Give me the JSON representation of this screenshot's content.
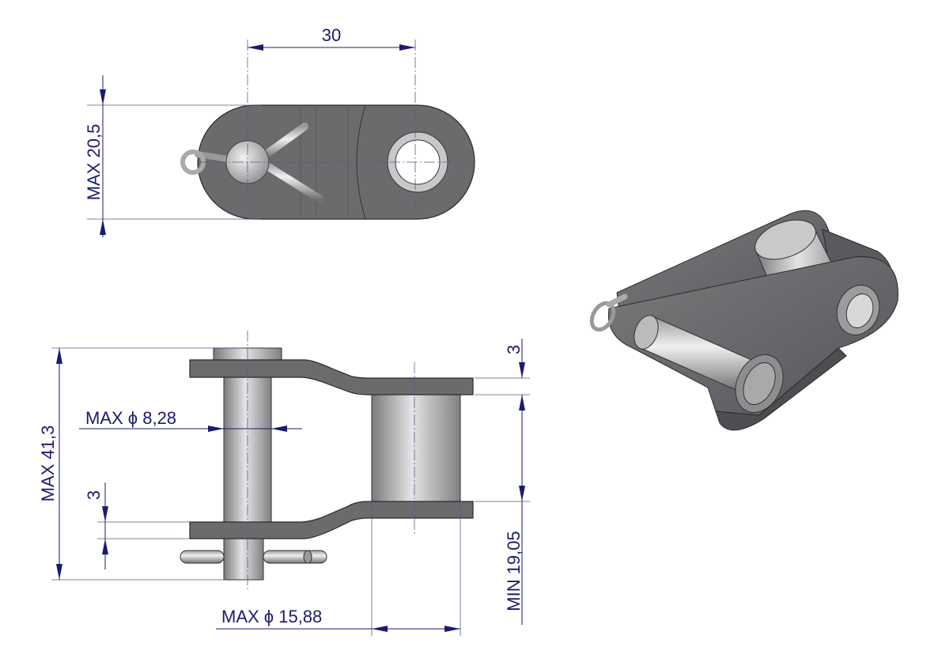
{
  "drawing": {
    "title": "Chain connecting link with cotter pin",
    "dimensions": {
      "pitch": "30",
      "plate_height": "MAX  20,5",
      "overall_width": "MAX  41,3",
      "pin_diameter": "MAX ϕ  8,28",
      "plate_thickness_bottom": "3",
      "plate_thickness_top": "3",
      "inner_width": "MIN  19,05",
      "roller_diameter": "MAX ϕ  15,88"
    },
    "colors": {
      "dimension": "#1b1b6e",
      "plate": "#6b6b6d",
      "pin": "#b8b8ba"
    }
  }
}
